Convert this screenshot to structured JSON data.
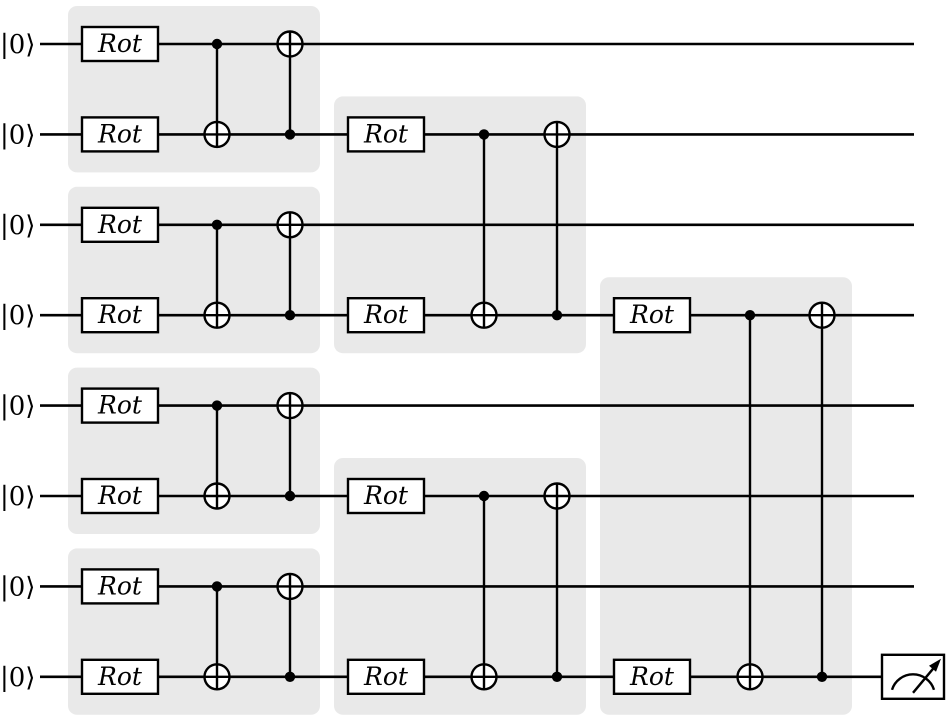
{
  "circuit": {
    "num_qubits": 8,
    "initial_state_label": "|0⟩",
    "gate_label": "Rot",
    "block_color": "#e9e9e9",
    "layers": [
      {
        "blocks": [
          {
            "qubits": [
              0,
              1
            ],
            "rot": [
              0,
              1
            ],
            "cnots": [
              {
                "control": 0,
                "target": 1
              },
              {
                "control": 1,
                "target": 0
              }
            ]
          },
          {
            "qubits": [
              2,
              3
            ],
            "rot": [
              2,
              3
            ],
            "cnots": [
              {
                "control": 2,
                "target": 3
              },
              {
                "control": 3,
                "target": 2
              }
            ]
          },
          {
            "qubits": [
              4,
              5
            ],
            "rot": [
              4,
              5
            ],
            "cnots": [
              {
                "control": 4,
                "target": 5
              },
              {
                "control": 5,
                "target": 4
              }
            ]
          },
          {
            "qubits": [
              6,
              7
            ],
            "rot": [
              6,
              7
            ],
            "cnots": [
              {
                "control": 6,
                "target": 7
              },
              {
                "control": 7,
                "target": 6
              }
            ]
          }
        ]
      },
      {
        "blocks": [
          {
            "qubits": [
              1,
              3
            ],
            "rot": [
              1,
              3
            ],
            "cnots": [
              {
                "control": 1,
                "target": 3
              },
              {
                "control": 3,
                "target": 1
              }
            ]
          },
          {
            "qubits": [
              5,
              7
            ],
            "rot": [
              5,
              7
            ],
            "cnots": [
              {
                "control": 5,
                "target": 7
              },
              {
                "control": 7,
                "target": 5
              }
            ]
          }
        ]
      },
      {
        "blocks": [
          {
            "qubits": [
              3,
              7
            ],
            "rot": [
              3,
              7
            ],
            "cnots": [
              {
                "control": 3,
                "target": 7
              },
              {
                "control": 7,
                "target": 3
              }
            ]
          }
        ]
      }
    ],
    "measurements": [
      7
    ],
    "measure_icon": "meter-icon"
  }
}
